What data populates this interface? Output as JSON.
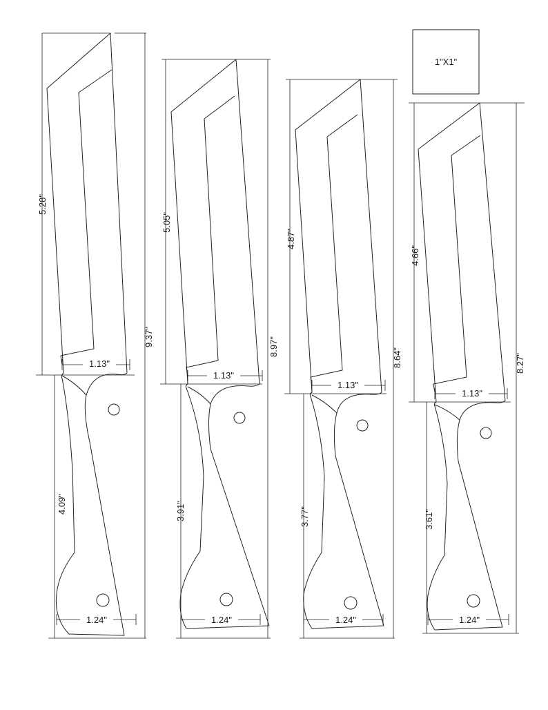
{
  "scale_box": {
    "label": "1\"X1\""
  },
  "knives": [
    {
      "blade_length": "5.28\"",
      "handle_length": "4.09\"",
      "overall_length": "9.37\"",
      "blade_width": "1.13\"",
      "handle_width": "1.24\""
    },
    {
      "blade_length": "5.05\"",
      "handle_length": "3.91\"",
      "overall_length": "8.97\"",
      "blade_width": "1.13\"",
      "handle_width": "1.24\""
    },
    {
      "blade_length": "4.87\"",
      "handle_length": "3.77\"",
      "overall_length": "8.64\"",
      "blade_width": "1.13\"",
      "handle_width": "1.24\""
    },
    {
      "blade_length": "4.66\"",
      "handle_length": "3.61\"",
      "overall_length": "8.27\"",
      "blade_width": "1.13\"",
      "handle_width": "1.24\""
    }
  ]
}
